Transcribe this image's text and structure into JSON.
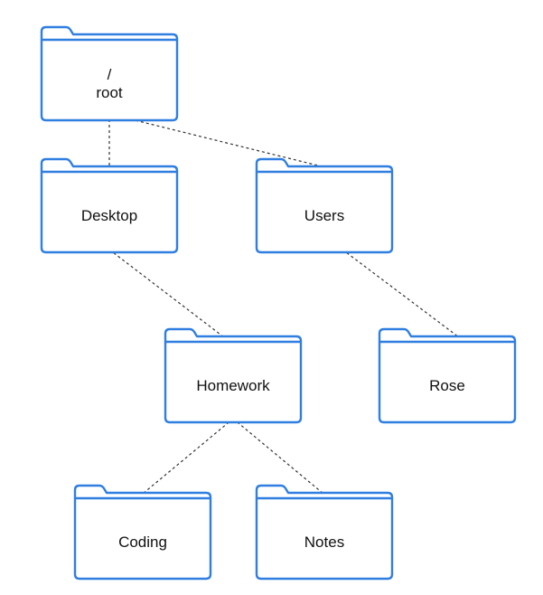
{
  "diagram": {
    "accent_color": "#2f7ee0",
    "line_color": "#333333",
    "nodes": [
      {
        "id": "root",
        "label": "/\nroot",
        "icon": "folder-icon"
      },
      {
        "id": "desktop",
        "label": "Desktop",
        "icon": "folder-icon"
      },
      {
        "id": "users",
        "label": "Users",
        "icon": "folder-icon"
      },
      {
        "id": "homework",
        "label": "Homework",
        "icon": "folder-icon"
      },
      {
        "id": "rose",
        "label": "Rose",
        "icon": "folder-icon"
      },
      {
        "id": "coding",
        "label": "Coding",
        "icon": "folder-icon"
      },
      {
        "id": "notes",
        "label": "Notes",
        "icon": "folder-icon"
      }
    ],
    "edges": [
      {
        "from": "root",
        "to": "desktop"
      },
      {
        "from": "root",
        "to": "users"
      },
      {
        "from": "desktop",
        "to": "homework"
      },
      {
        "from": "users",
        "to": "rose"
      },
      {
        "from": "homework",
        "to": "coding"
      },
      {
        "from": "homework",
        "to": "notes"
      }
    ]
  }
}
